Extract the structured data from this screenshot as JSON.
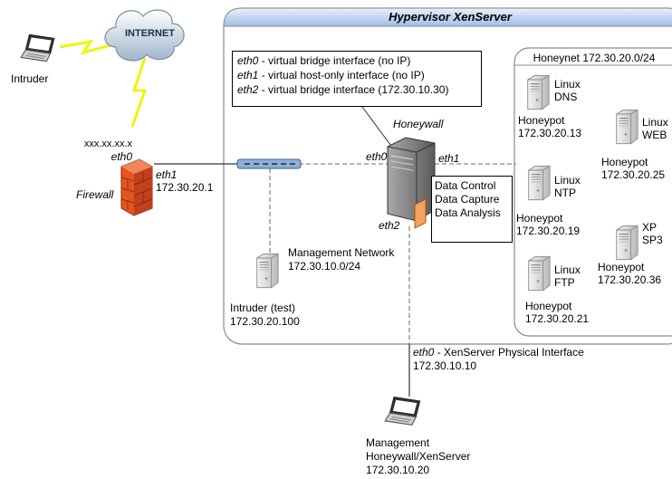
{
  "hypervisor": {
    "title": "Hypervisor XenServer"
  },
  "legend": {
    "rows": [
      {
        "iface": "eth0",
        "desc": " - virtual bridge interface (no IP)"
      },
      {
        "iface": "eth1",
        "desc": " - virtual host-only interface (no IP)"
      },
      {
        "iface": "eth2",
        "desc": " - virtual bridge interface (172.30.10.30)"
      }
    ]
  },
  "internet": {
    "label": "INTERNET"
  },
  "intruder": {
    "label": "Intruder"
  },
  "firewall": {
    "label": "Firewall",
    "eth0_ip": "xxx.xx.xx.x",
    "eth0": "eth0",
    "eth1": "eth1",
    "eth1_ip": "172.30.20.1"
  },
  "honeywall": {
    "label": "Honeywall",
    "eth0": "eth0",
    "eth1": "eth1",
    "eth2": "eth2",
    "functions": [
      "Data Control",
      "Data Capture",
      "Data Analysis"
    ]
  },
  "mgmt_network": {
    "line1": "Management Network",
    "line2": "172.30.10.0/24"
  },
  "intruder_test": {
    "line1": "Intruder (test)",
    "line2": "172.30.20.100"
  },
  "physical": {
    "iface": "eth0",
    "desc": " - XenServer Physical Interface",
    "ip": "172.30.10.10"
  },
  "mgmt_host": {
    "line1": "Management",
    "line2": "Honeywall/XenServer",
    "line3": "172.30.10.20"
  },
  "honeynet": {
    "title": "Honeynet 172.30.20.0/24",
    "pots": [
      {
        "os1": "Linux",
        "os2": "DNS",
        "name": "Honeypot",
        "ip": "172.30.20.13"
      },
      {
        "os1": "Linux",
        "os2": "WEB",
        "name": "Honeypot",
        "ip": "172.30.20.25"
      },
      {
        "os1": "Linux",
        "os2": "NTP",
        "name": "Honeypot",
        "ip": "172.30.20.19"
      },
      {
        "os1": "XP",
        "os2": "SP3",
        "name": "Honeypot",
        "ip": "172.30.20.36"
      },
      {
        "os1": "Linux",
        "os2": "FTP",
        "name": "Honeypot",
        "ip": "172.30.20.21"
      }
    ]
  }
}
